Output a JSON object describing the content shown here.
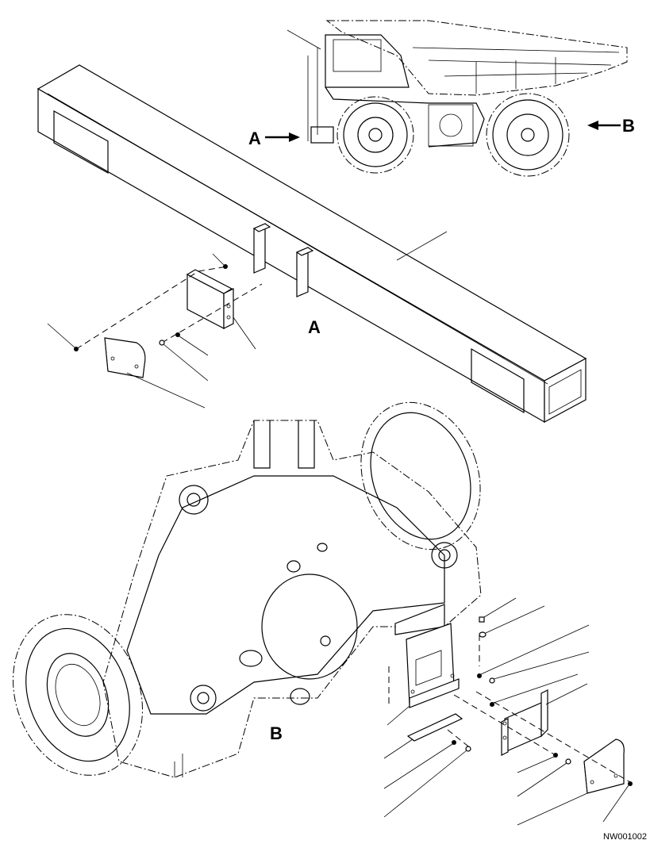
{
  "labels": {
    "view_a_arrow": "A",
    "view_b_arrow": "B",
    "view_a": "A",
    "view_b": "B"
  },
  "drawing_code": "NW001002"
}
